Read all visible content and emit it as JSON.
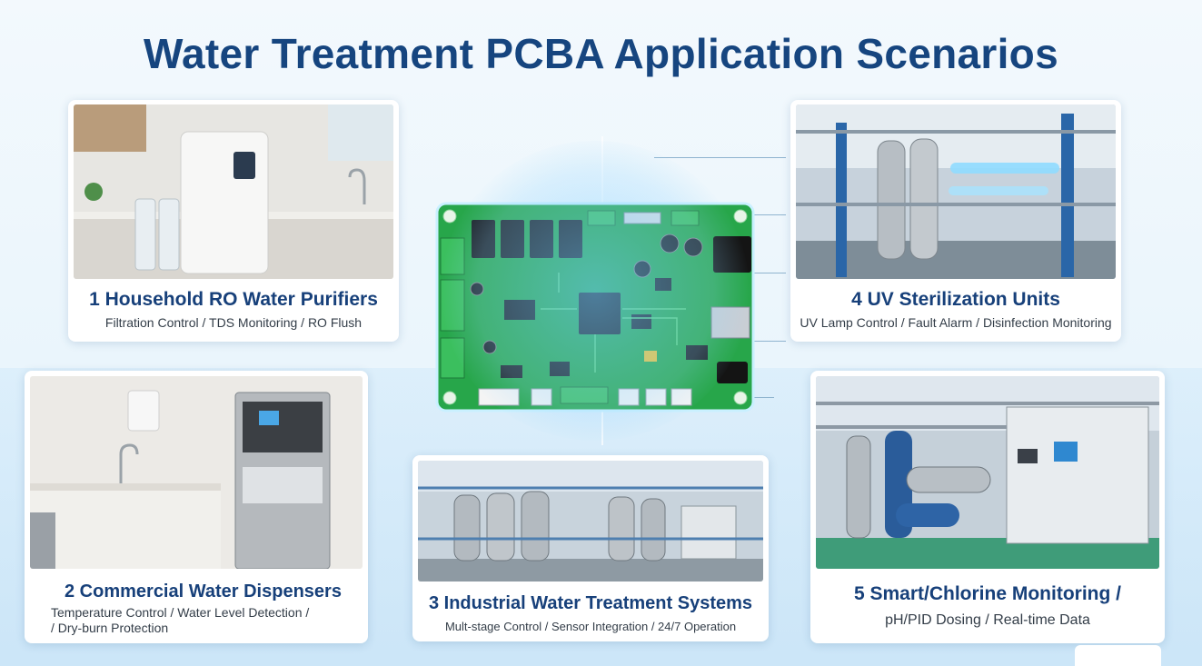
{
  "title": "Water Treatment PCBA Application Scenarios",
  "colors": {
    "title": "#16457f",
    "pcb": "#27a64a",
    "glow": "#7fd0ff"
  },
  "scenarios": [
    {
      "title": "1 Household RO Water Purifiers",
      "desc": "Filtration Control / TDS Monitoring / RO Flush"
    },
    {
      "title": "2 Commercial Water Dispensers",
      "desc1": "Temperature Control / Water Level Detection /",
      "desc2": "/ Dry-burn Protection"
    },
    {
      "title": "3 Industrial Water Treatment Systems",
      "desc": "Mult-stage Control / Sensor Integration / 24/7 Operation"
    },
    {
      "title": "4 UV Sterilization Units",
      "desc": "UV Lamp Control / Fault Alarm / Disinfection Monitoring"
    },
    {
      "title": "5 Smart/Chlorine Monitoring /",
      "desc": "pH/PID Dosing / Real-time Data"
    }
  ]
}
